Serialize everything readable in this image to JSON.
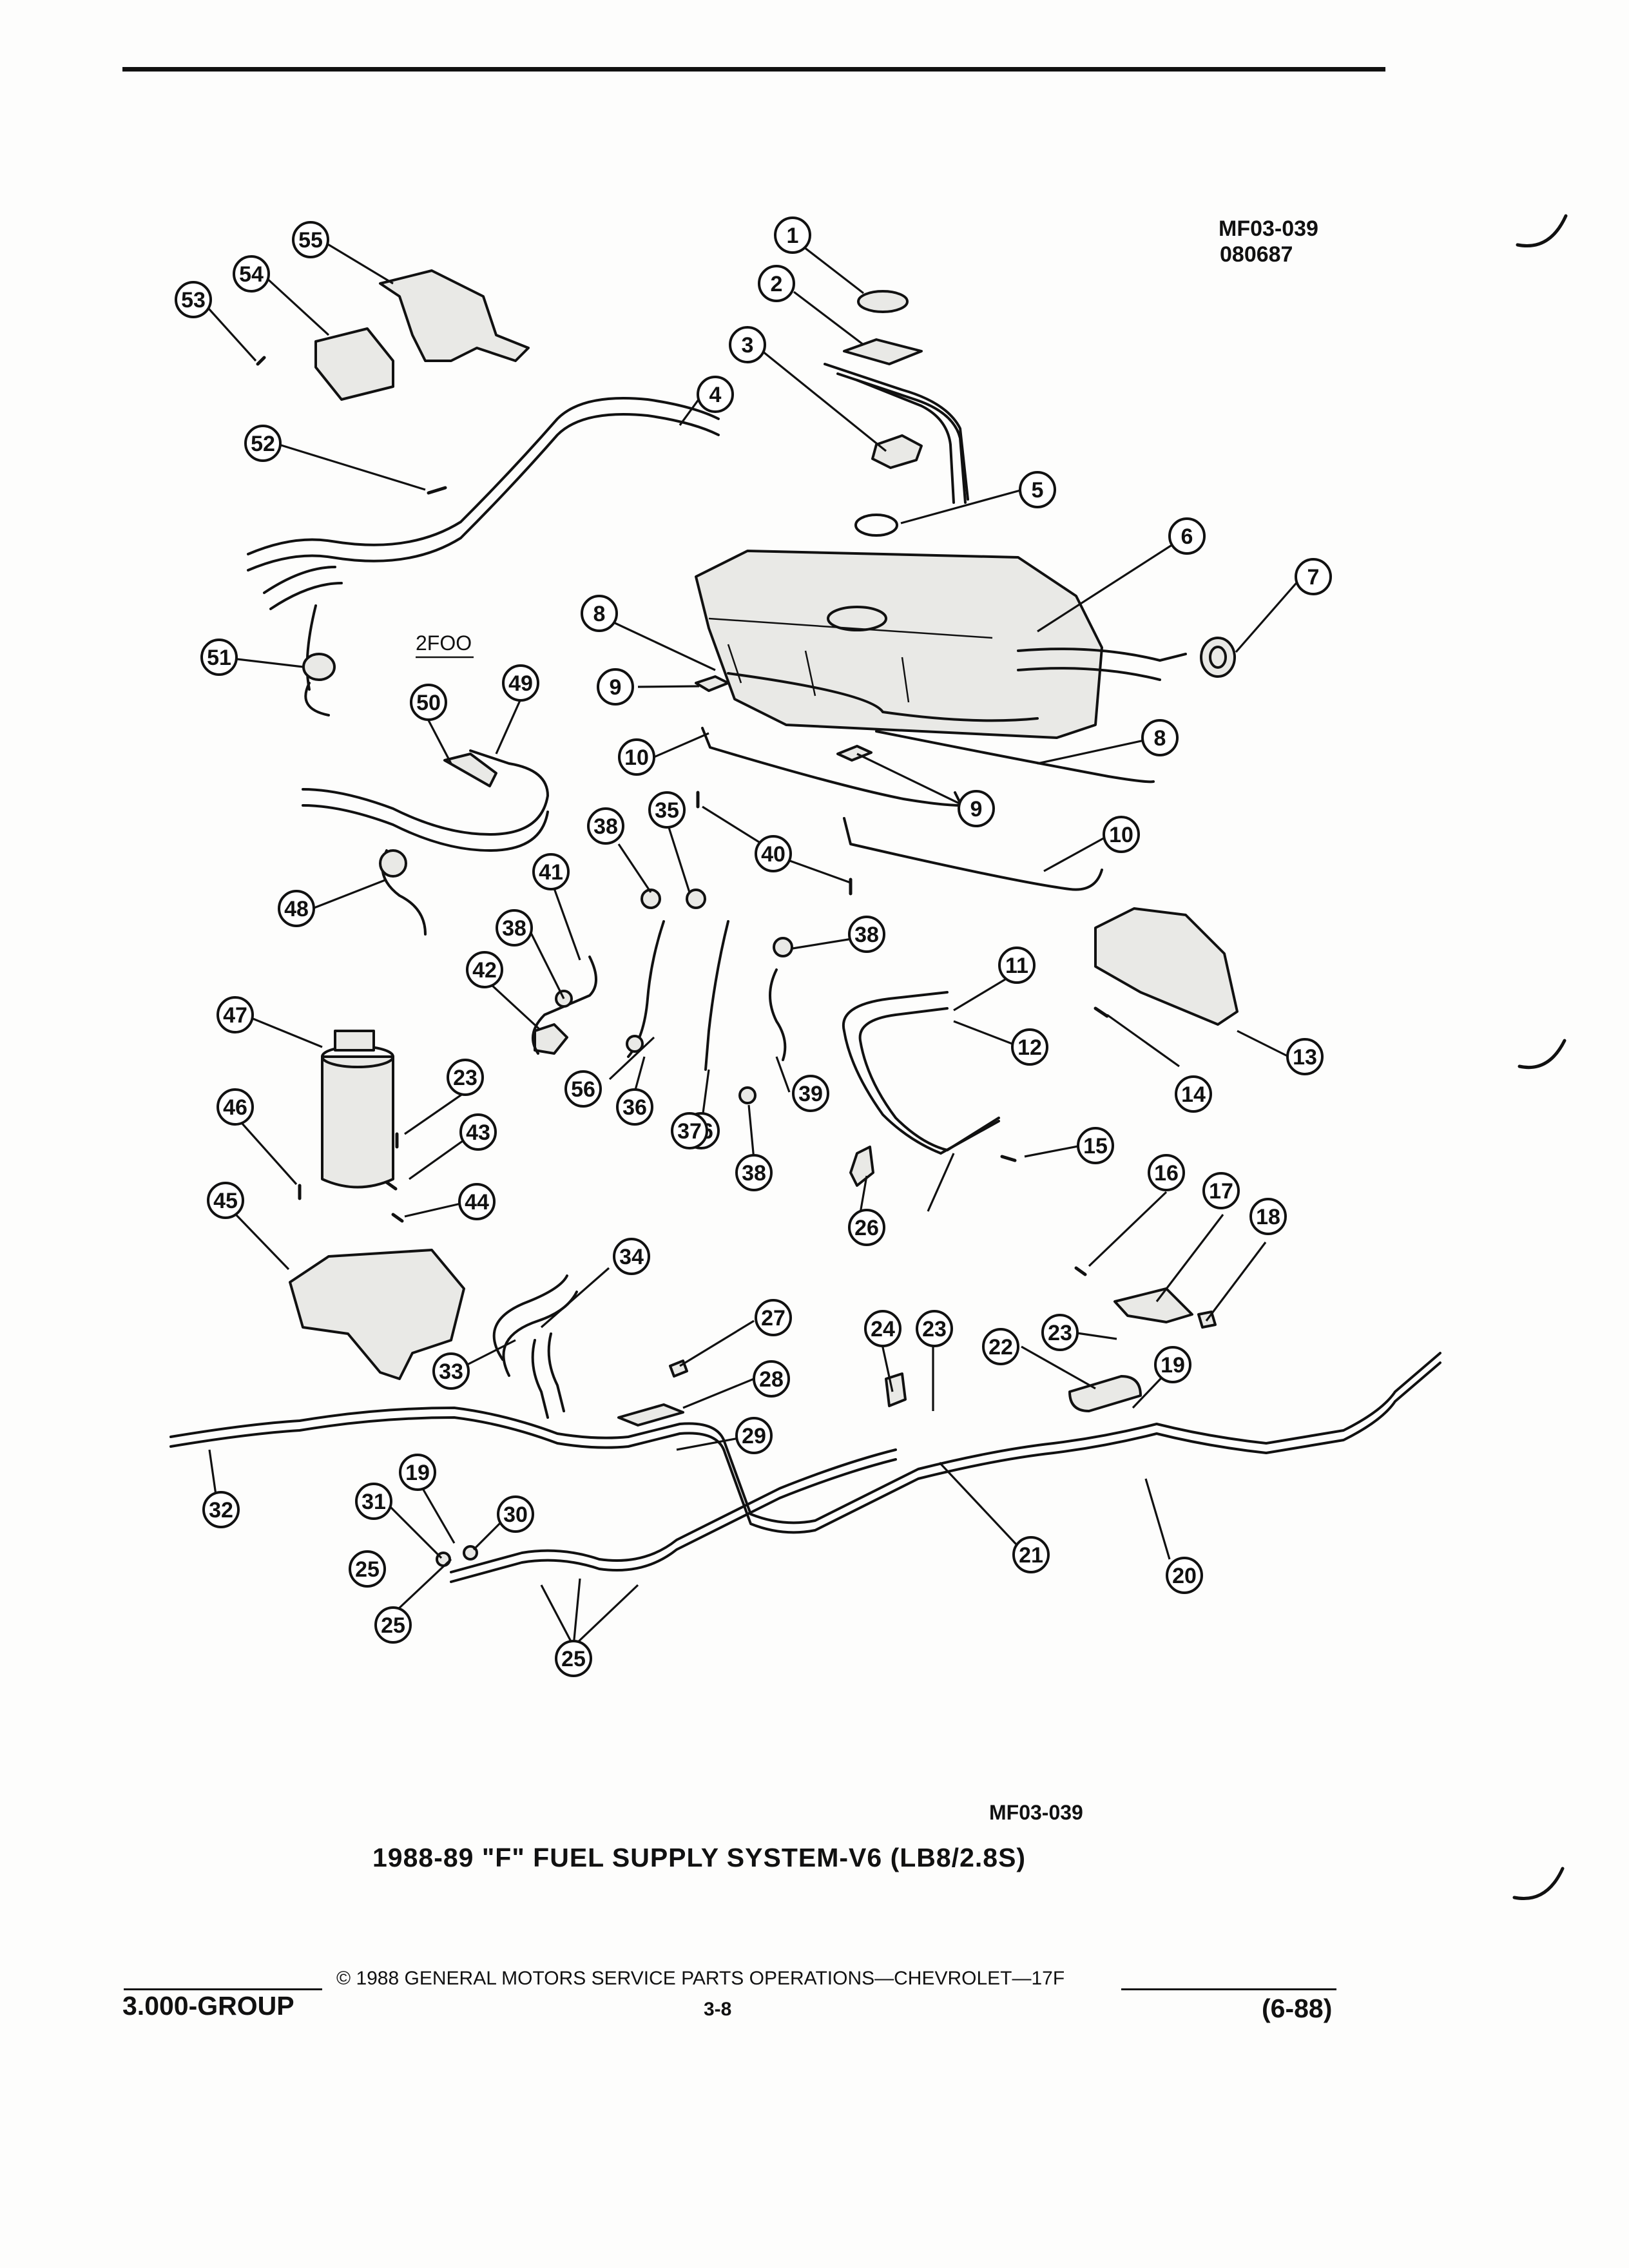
{
  "diagram_codes": {
    "top_code": "MF03-039",
    "top_date": "080687",
    "bottom_code": "MF03-039"
  },
  "diagram_note": "2FOO",
  "caption": "1988-89 \"F\" FUEL SUPPLY SYSTEM-V6 (LB8/2.8S)",
  "footer": {
    "copyright": "© 1988 GENERAL MOTORS SERVICE PARTS OPERATIONS—CHEVROLET—17F",
    "group": "3.000-GROUP",
    "page": "3-8",
    "revision": "(6-88)"
  },
  "callouts": [
    "1",
    "2",
    "3",
    "4",
    "5",
    "6",
    "7",
    "8",
    "8",
    "9",
    "9",
    "10",
    "10",
    "11",
    "12",
    "13",
    "14",
    "15",
    "16",
    "17",
    "18",
    "19",
    "19",
    "20",
    "21",
    "22",
    "23",
    "23",
    "23",
    "24",
    "25",
    "25",
    "25",
    "26",
    "27",
    "28",
    "29",
    "30",
    "31",
    "32",
    "33",
    "34",
    "35",
    "36",
    "36",
    "37",
    "38",
    "38",
    "38",
    "38",
    "39",
    "40",
    "41",
    "42",
    "43",
    "44",
    "45",
    "46",
    "47",
    "48",
    "49",
    "50",
    "51",
    "52",
    "53",
    "54",
    "55",
    "56"
  ]
}
